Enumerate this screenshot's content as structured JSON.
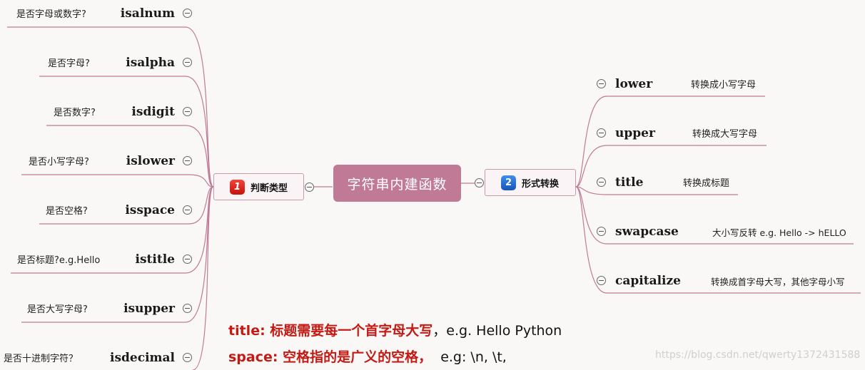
{
  "center_topic": "字符串内建函数",
  "left_branch": {
    "number": "1",
    "label": "判断类型",
    "items": [
      {
        "name": "isalnum",
        "desc": "是否字母或数字?"
      },
      {
        "name": "isalpha",
        "desc": "是否字母?"
      },
      {
        "name": "isdigit",
        "desc": "是否数字?"
      },
      {
        "name": "islower",
        "desc": "是否小写字母?"
      },
      {
        "name": "isspace",
        "desc": "是否空格?"
      },
      {
        "name": "istitle",
        "desc": "是否标题?e.g.Hello"
      },
      {
        "name": "isupper",
        "desc": "是否大写字母?"
      },
      {
        "name": "isdecimal",
        "desc": "是否十进制字符？"
      }
    ]
  },
  "right_branch": {
    "number": "2",
    "label": "形式转换",
    "items": [
      {
        "name": "lower",
        "desc": "转换成小写字母"
      },
      {
        "name": "upper",
        "desc": "转换成大写字母"
      },
      {
        "name": "title",
        "desc": "转换成标题"
      },
      {
        "name": "swapcase",
        "desc": "大小写反转 e.g. Hello -> hELLO"
      },
      {
        "name": "capitalize",
        "desc": "转换成首字母大写，其他字母小写"
      }
    ]
  },
  "notes": [
    {
      "label": "title: 标题需要每一个首字母大写",
      "value": "，e.g. Hello Python"
    },
    {
      "label": "space: 空格指的是广义的空格，",
      "value": "e.g: \\n, \\t,"
    }
  ],
  "watermark": "https://blog.csdn.net/qwerty1372431588",
  "colors": {
    "center_fill": "#c07a96",
    "connector": "#c07a96",
    "note_label": "#c41a14",
    "badge_red": "#d9251c",
    "badge_blue": "#2a74d6"
  },
  "icons": {
    "collapse": "minus-circle-icon",
    "badge_1": "red-number-badge-icon",
    "badge_2": "blue-number-badge-icon"
  }
}
